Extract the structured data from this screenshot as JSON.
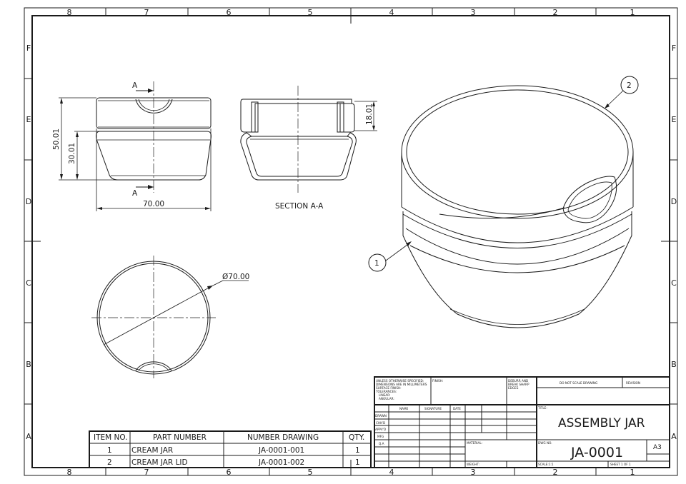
{
  "sheet": {
    "zone_columns": [
      "8",
      "7",
      "6",
      "5",
      "4",
      "3",
      "2",
      "1"
    ],
    "zone_rows": [
      "F",
      "E",
      "D",
      "C",
      "B",
      "A"
    ]
  },
  "views": {
    "front": {
      "section_marker_top": "A",
      "section_marker_bottom": "A",
      "dim_overall_height": "50.01",
      "dim_body_height": "30.01",
      "dim_width": "70.00"
    },
    "section": {
      "label": "SECTION A-A",
      "dim_lid_height": "18.01"
    },
    "top": {
      "dim_diameter": "Ø70.00"
    },
    "isometric": {
      "balloon_1": "1",
      "balloon_2": "2"
    }
  },
  "bom": {
    "headers": [
      "ITEM NO.",
      "PART NUMBER",
      "NUMBER DRAWING",
      "QTY."
    ],
    "rows": [
      {
        "item": "1",
        "part": "CREAM JAR",
        "drawing": "JA-0001-001",
        "qty": "1"
      },
      {
        "item": "2",
        "part": "CREAM JAR LID",
        "drawing": "JA-0001-002",
        "qty": "1"
      }
    ]
  },
  "title_block": {
    "notes": [
      "UNLESS OTHERWISE SPECIFIED:",
      "DIMENSIONS ARE IN MILLIMETERS",
      "SURFACE FINISH:",
      "TOLERANCES:",
      "LINEAR:",
      "ANGULAR:"
    ],
    "finish_label": "FINISH:",
    "deburr_lines": [
      "DEBURR AND",
      "BREAK SHARP",
      "EDGES"
    ],
    "do_not_scale": "DO NOT SCALE DRAWING",
    "revision_label": "REVISION",
    "col_name": "NAME",
    "col_signature": "SIGNATURE",
    "col_date": "DATE",
    "row_labels": [
      "DRAWN",
      "CHK'D",
      "APPV'D",
      "MFG",
      "Q.A"
    ],
    "title_label": "TITLE:",
    "title": "ASSEMBLY JAR",
    "material_label": "MATERIAL:",
    "weight_label": "WEIGHT:",
    "dwg_no_label": "DWG NO.",
    "dwg_no": "JA-0001",
    "size": "A3",
    "scale": "SCALE:1:1",
    "sheet": "SHEET 1 OF 1"
  }
}
